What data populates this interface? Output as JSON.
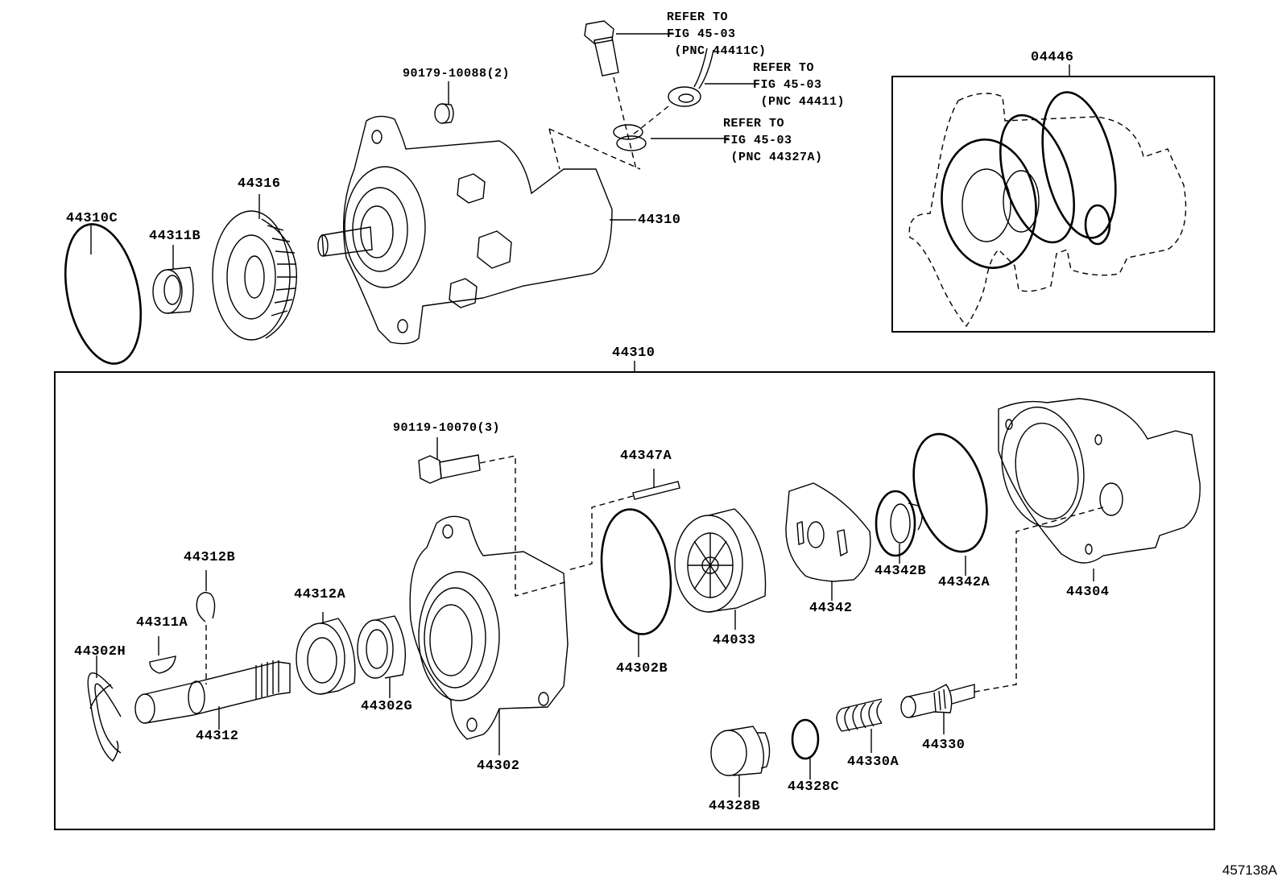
{
  "figure_id": "457138A",
  "top_section": {
    "labels": {
      "gasket_kit": "04446",
      "o_ring_c": "44310C",
      "key_b": "44311B",
      "gear": "44316",
      "pump_assy": "44310",
      "nut": "90179-10088(2)"
    },
    "references": [
      {
        "line1": "REFER TO",
        "line2": "FIG 45-03",
        "line3": "(PNC 44411C)"
      },
      {
        "line1": "REFER TO",
        "line2": "FIG 45-03",
        "line3": "(PNC 44411)"
      },
      {
        "line1": "REFER TO",
        "line2": "FIG 45-03",
        "line3": "(PNC 44327A)"
      }
    ]
  },
  "bottom_section": {
    "title": "44310",
    "labels": {
      "bolt": "90119-10070(3)",
      "pin": "44347A",
      "snap_ring_b": "44312B",
      "key_a": "44311A",
      "snap_ring_h": "44302H",
      "shaft": "44312",
      "bearing": "44312A",
      "oil_seal": "44302G",
      "front_housing": "44302",
      "o_ring_b": "44302B",
      "rotor_kit": "44033",
      "cam_ring": "44342",
      "plate_b": "44342B",
      "o_ring_a": "44342A",
      "rear_housing": "44304",
      "plug": "44328B",
      "o_ring_c": "44328C",
      "spring": "44330A",
      "valve": "44330"
    }
  }
}
